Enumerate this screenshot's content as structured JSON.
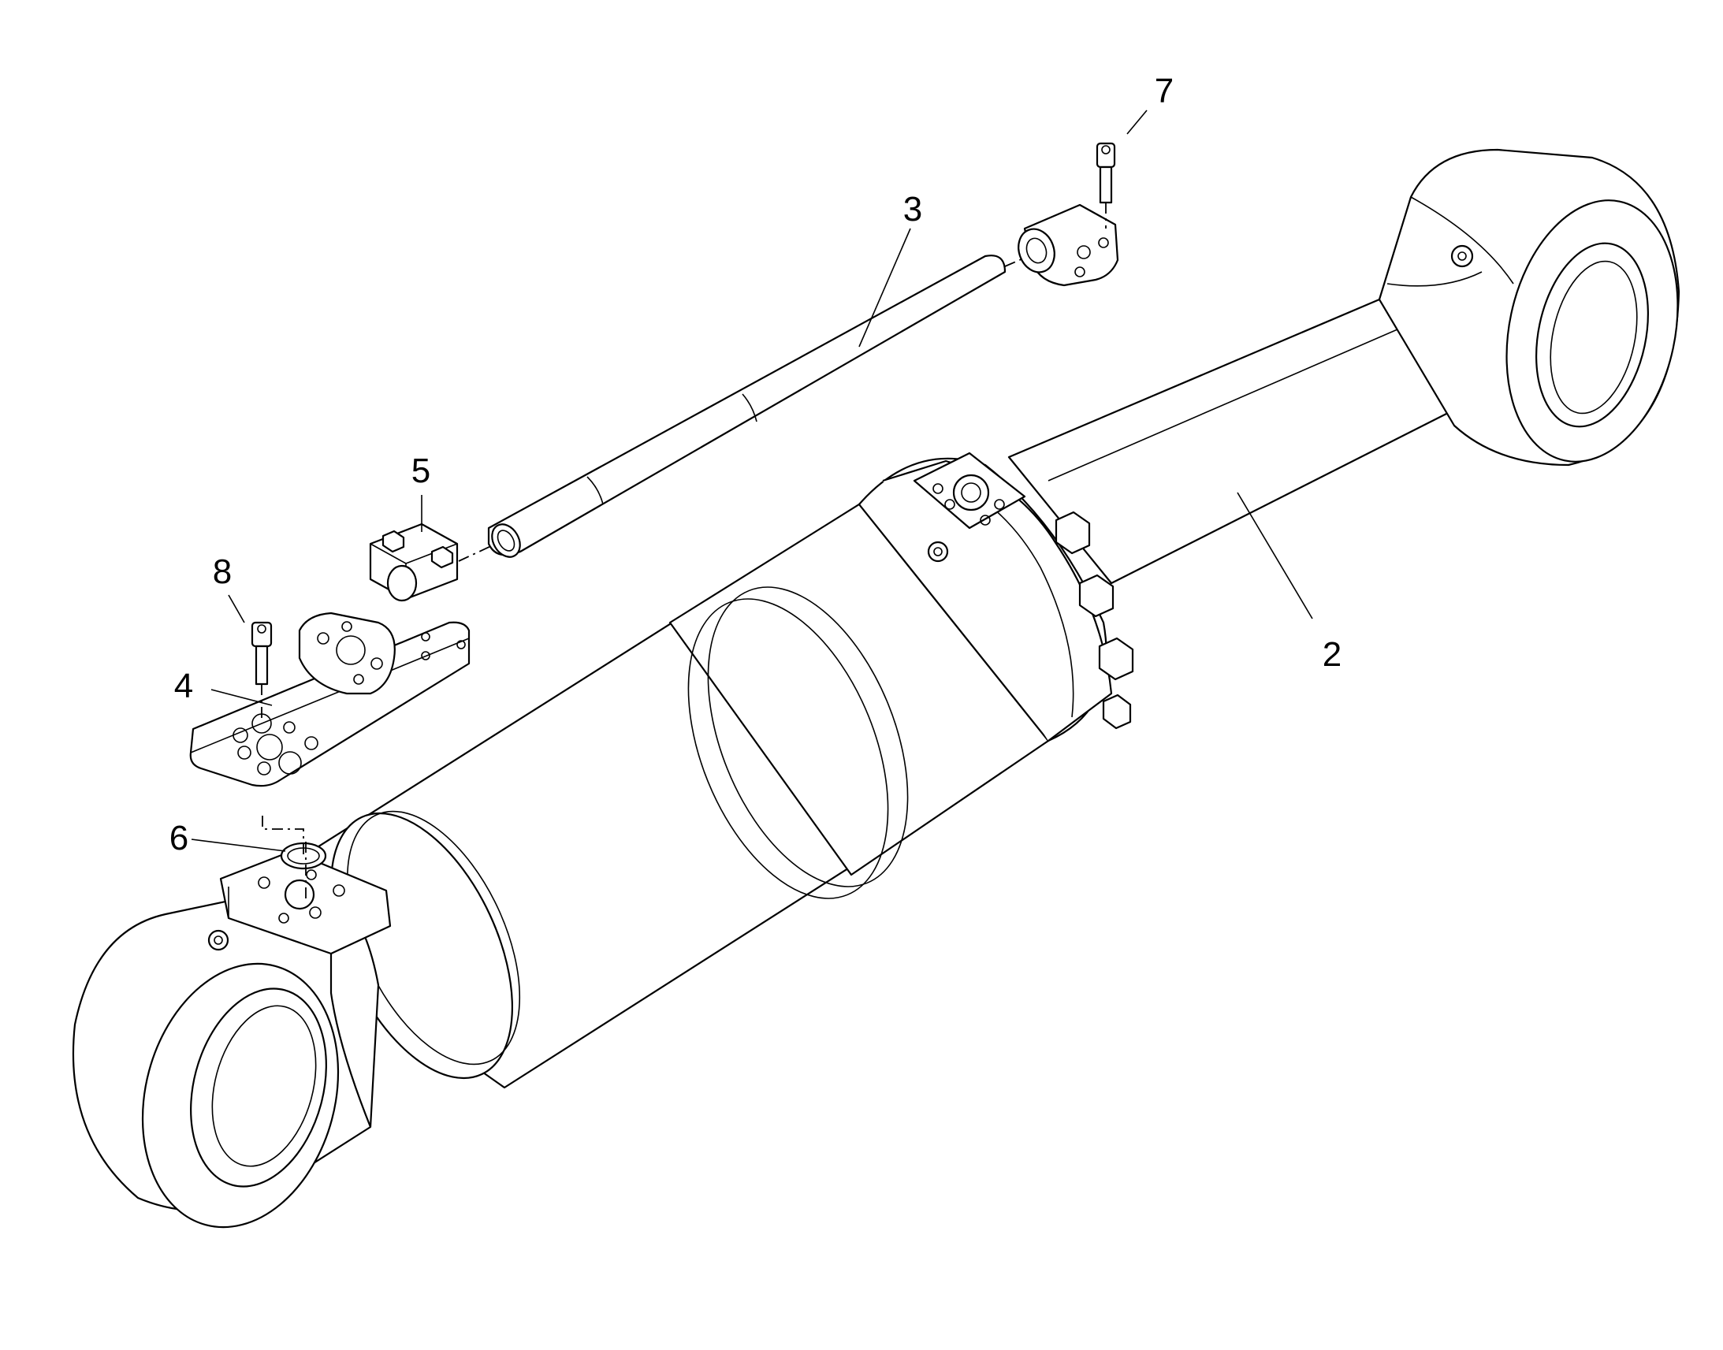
{
  "callouts": [
    {
      "id": "2",
      "label": "2"
    },
    {
      "id": "3",
      "label": "3"
    },
    {
      "id": "4",
      "label": "4"
    },
    {
      "id": "5",
      "label": "5"
    },
    {
      "id": "6",
      "label": "6"
    },
    {
      "id": "7",
      "label": "7"
    },
    {
      "id": "8",
      "label": "8"
    }
  ]
}
